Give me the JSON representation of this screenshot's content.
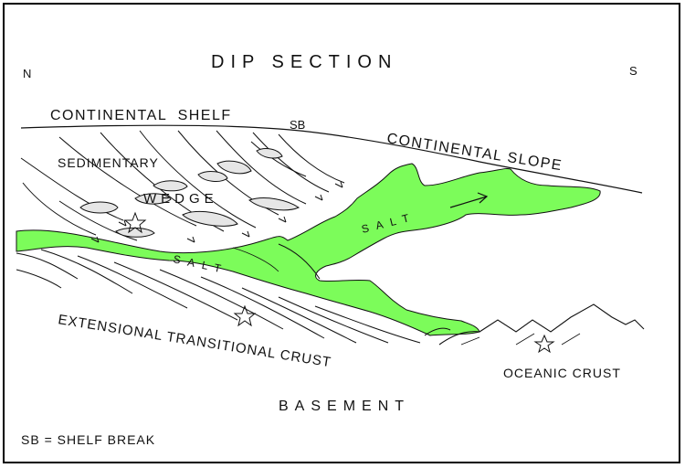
{
  "diagram": {
    "title": "DIP SECTION",
    "compass": {
      "north": "N",
      "south": "S"
    },
    "labels": {
      "continental_shelf": "CONTINENTAL SHELF",
      "shelf_break": "SB",
      "continental_slope": "CONTINENTAL SLOPE",
      "sedimentary": "SEDIMENTARY",
      "wedge": "WEDGE",
      "salt_upper": "SALT",
      "salt_lower": "SALT",
      "extensional_crust": "EXTENSIONAL TRANSITIONAL CRUST",
      "oceanic_crust": "OCEANIC CRUST",
      "basement": "BASEMENT"
    },
    "legend": "SB = SHELF BREAK",
    "colors": {
      "salt": "#7CFC5A",
      "ink": "#111111",
      "background": "#ffffff"
    },
    "icons": [
      "star-icon",
      "arrow-icon"
    ]
  }
}
